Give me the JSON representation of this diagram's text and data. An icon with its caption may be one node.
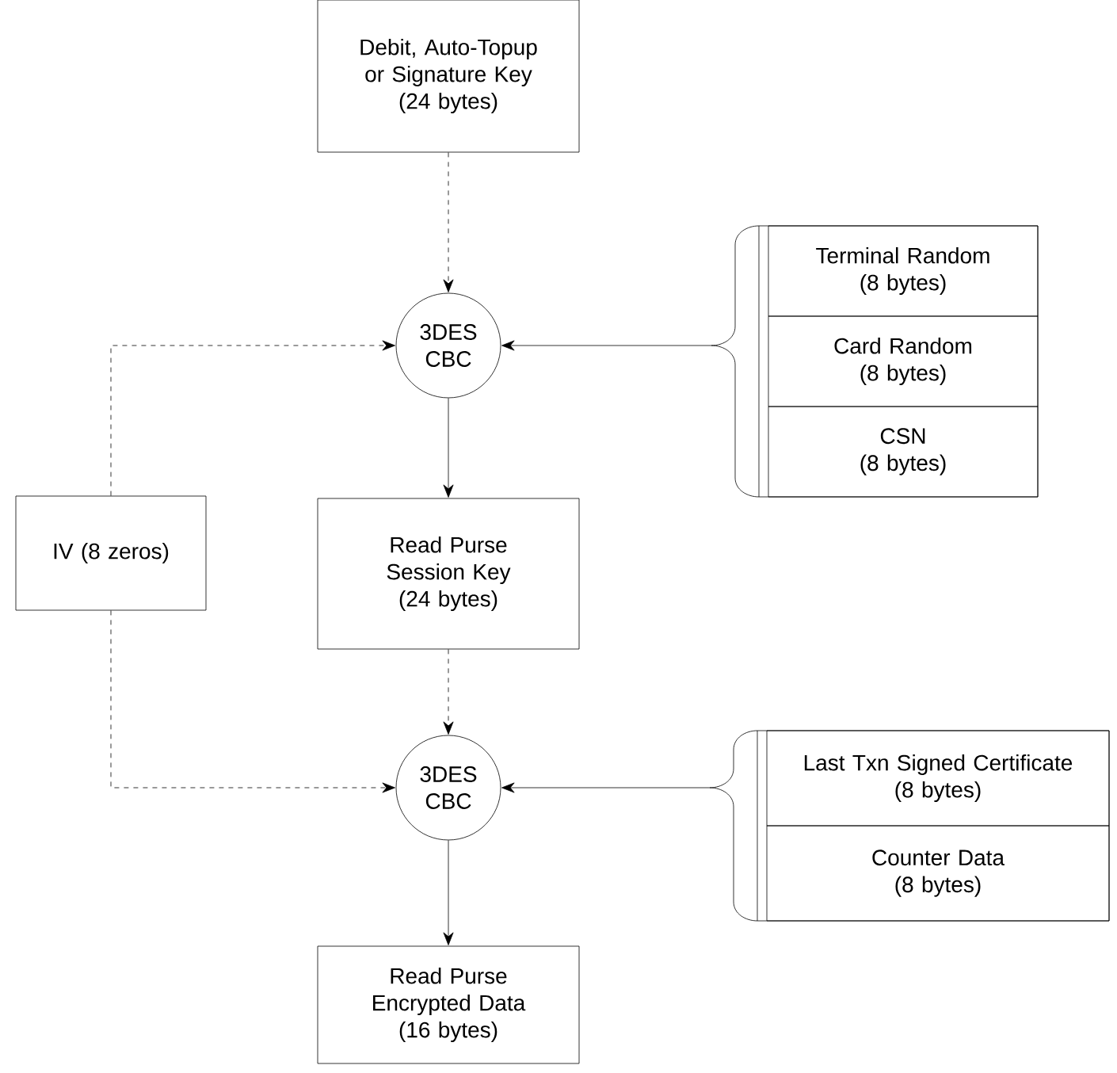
{
  "diagram": {
    "nodes": [
      {
        "text": [
          "Debit, Auto-Topup or Signature Key",
          "(24 bytes)"
        ]
      },
      {
        "text": [
          "3DES CBC"
        ]
      },
      {
        "text": [],
        "shape": "box"
      },
      {
        "text": [
          "Terminal Random",
          "(8 bytes)"
        ],
        "in": 2
      },
      {
        "text": [
          "Card Random",
          "(8 bytes)"
        ],
        "in": 2
      },
      {
        "text": [
          "CSN",
          "(8 bytes)"
        ],
        "in": 2
      },
      {
        "text": [
          "IV (8 zeros)"
        ]
      },
      {
        "text": [
          "Read Purse Session Key",
          "(24 bytes)"
        ]
      },
      {
        "text": [
          "3DES CBC"
        ]
      },
      {
        "text": [],
        "shape": "box"
      },
      {
        "text": [
          "Last Txn Signed Certificate",
          "(8 bytes)"
        ],
        "in": 9
      },
      {
        "text": [
          "Counter Data",
          "(8 bytes)"
        ],
        "in": 9
      },
      {
        "text": [
          "Read Purse Encrypted Data",
          "(16 bytes)"
        ]
      }
    ],
    "edges": [
      {
        "from": 0,
        "to": 1,
        "arrow": "to",
        "style": "dashed"
      },
      {
        "from": 2,
        "to": 1,
        "arrow": "to"
      },
      {
        "from": 6,
        "to": 1,
        "arrow": "to",
        "style": "dashed"
      },
      {
        "from": 1,
        "to": 7,
        "arrow": "to"
      },
      {
        "from": 7,
        "to": 8,
        "arrow": "to",
        "style": "dashed"
      },
      {
        "from": 9,
        "to": 8,
        "arrow": "to"
      },
      {
        "from": 6,
        "to": 8,
        "arrow": "to",
        "style": "dashed"
      },
      {
        "from": 8,
        "to": 12,
        "arrow": "to"
      }
    ]
  }
}
